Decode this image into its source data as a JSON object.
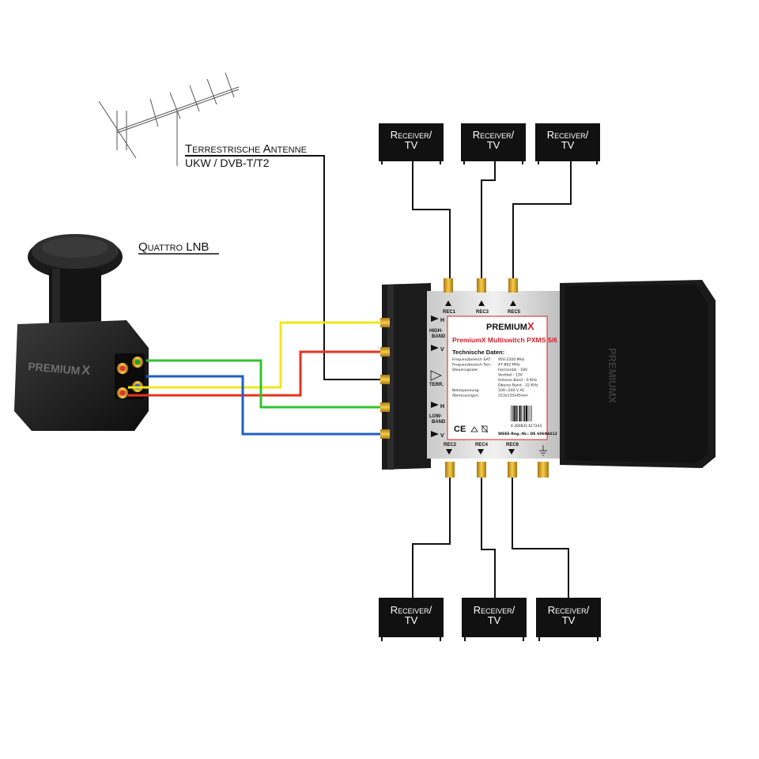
{
  "antenna": {
    "title": "Terrestrische Antenne",
    "subtitle": "UKW / DVB-T/T2"
  },
  "lnb": {
    "title": "Quattro LNB",
    "brand": "PREMIUM"
  },
  "receivers": {
    "label_line1": "Receiver/",
    "label_line2": "TV"
  },
  "multiswitch": {
    "brand": "PREMIUM",
    "brand_x": "X",
    "model_prefix": "PremiumX",
    "model_name": "Multiswitch",
    "model_code": "PXMS 5/6",
    "spec_heading": "Technische Daten:",
    "specs": [
      {
        "label": "Frequenzbereich SAT:",
        "value": "950-2200 MHz"
      },
      {
        "label": "Frequenzbereich Terr.:",
        "value": "47-862 MHz"
      },
      {
        "label": "Steuersignale:",
        "value": "Horizontal - 18V"
      },
      {
        "label": "",
        "value": "Vertikal - 13V"
      },
      {
        "label": "",
        "value": "Unteres Band - 0 KHz"
      },
      {
        "label": "",
        "value": "Oberes Band - 22 KHz"
      },
      {
        "label": "Netzspannung:",
        "value": "100~240 V AC"
      },
      {
        "label": "Abmessungen:",
        "value": "223x135x45mm"
      }
    ],
    "barcode_number": "4 260831 617243",
    "weee": "WEEE-Reg.-Nr.: DE 60694412",
    "ce_mark": "CE",
    "side_text": "PREMIUMX",
    "top_ports": [
      "REC1",
      "REC3",
      "REC5"
    ],
    "bottom_ports": [
      "REC2",
      "REC4",
      "REC6"
    ],
    "input_labels": {
      "high_h": "H",
      "high_v": "V",
      "high_band": "HIGH-\nBAND",
      "terr": "TERR.",
      "low_h": "H",
      "low_v": "V",
      "low_band": "LOW-\nBAND"
    }
  },
  "colors": {
    "yellow_cable": "#f2e61a",
    "red_cable": "#e8321e",
    "green_cable": "#2fc42f",
    "blue_cable": "#1f5fc4",
    "gold": "#d9a520",
    "brand_red": "#d4202a"
  }
}
